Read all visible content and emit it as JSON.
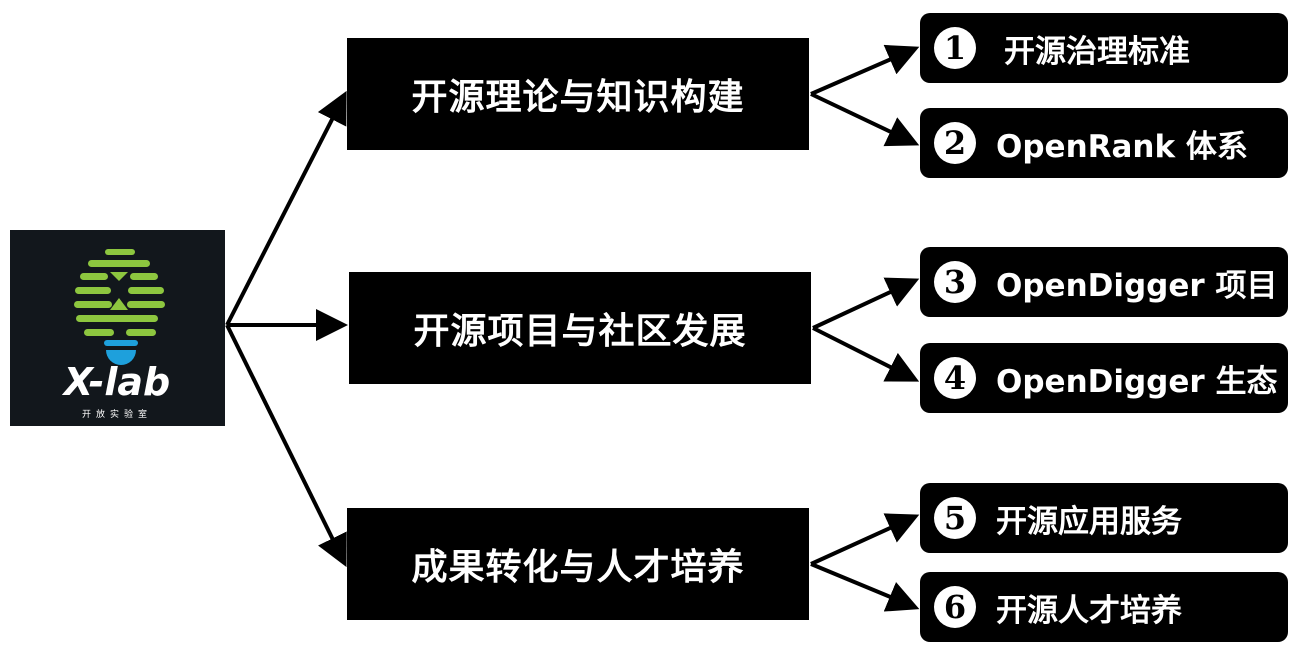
{
  "logo": {
    "name": "X-lab",
    "subtitle": "开放实验室",
    "green": "#8dc63f",
    "blue": "#1ea0dc"
  },
  "categories": [
    {
      "label": "开源理论与知识构建"
    },
    {
      "label": "开源项目与社区发展"
    },
    {
      "label": "成果转化与人才培养"
    }
  ],
  "items": [
    {
      "num": "1",
      "label": "开源治理标准"
    },
    {
      "num": "2",
      "label": "OpenRank 体系"
    },
    {
      "num": "3",
      "label": "OpenDigger 项目"
    },
    {
      "num": "4",
      "label": "OpenDigger 生态"
    },
    {
      "num": "5",
      "label": "开源应用服务"
    },
    {
      "num": "6",
      "label": "开源人才培养"
    }
  ]
}
